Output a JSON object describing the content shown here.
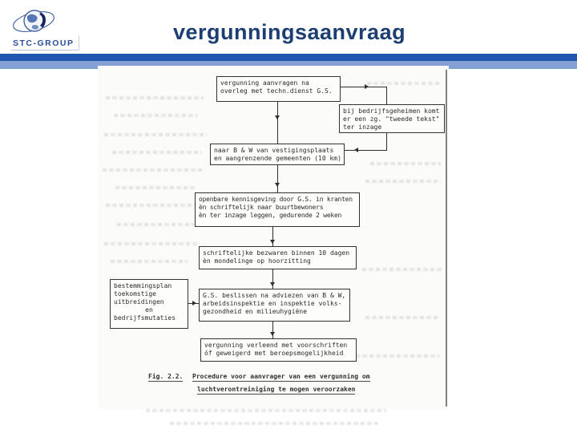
{
  "slide": {
    "title": "vergunningsaanvraag",
    "logo_text": "STC-GROUP"
  },
  "colors": {
    "title": "#1c3e73",
    "bar_dark": "#2056ae",
    "bar_light": "#84a0d4",
    "logo_blue": "#2a4e9a",
    "scan_ink": "#2b2b28"
  },
  "figure": {
    "boxes": {
      "apply": {
        "lines": [
          "vergunning aanvragen na",
          "overleg met techn.dienst G.S."
        ]
      },
      "trade_secret": {
        "lines": [
          "bij bedrijfsgeheimen komt",
          "er een zg. \"tweede tekst\"",
          "ter inzage"
        ]
      },
      "bw": {
        "lines": [
          "naar B & W van vestigingsplaats",
          "en aangrenzende gemeenten (10 km)"
        ]
      },
      "public_notice": {
        "lines": [
          "openbare kennisgeving door G.S. in kranten",
          "èn schriftelijk naar buurtbewoners",
          "èn ter inzage leggen, gedurende 2 weken"
        ]
      },
      "objections": {
        "lines": [
          "schriftelijke bezwaren binnen 10 dagen",
          "èn mondelinge op hoorzitting"
        ]
      },
      "zoning": {
        "lines": [
          "bestemmingsplan",
          "toekomstige",
          "uitbreidingen",
          "en",
          "bedrijfsmutaties"
        ]
      },
      "decision": {
        "lines": [
          "G.S. beslissen na adviezen van B & W,",
          "arbeidsinspektie en inspektie volks-",
          "gezondheid en milieuhygiëne"
        ]
      },
      "outcome": {
        "lines": [
          "vergunning verleend met voorschriften",
          "óf geweigerd met beroepsmogelijkheid"
        ]
      }
    },
    "caption": {
      "label": "Fig. 2.2.",
      "line1": "Procedure voor aanvrager van een vergunning om",
      "line2": "luchtverontreiniging te mogen veroorzaken"
    }
  }
}
